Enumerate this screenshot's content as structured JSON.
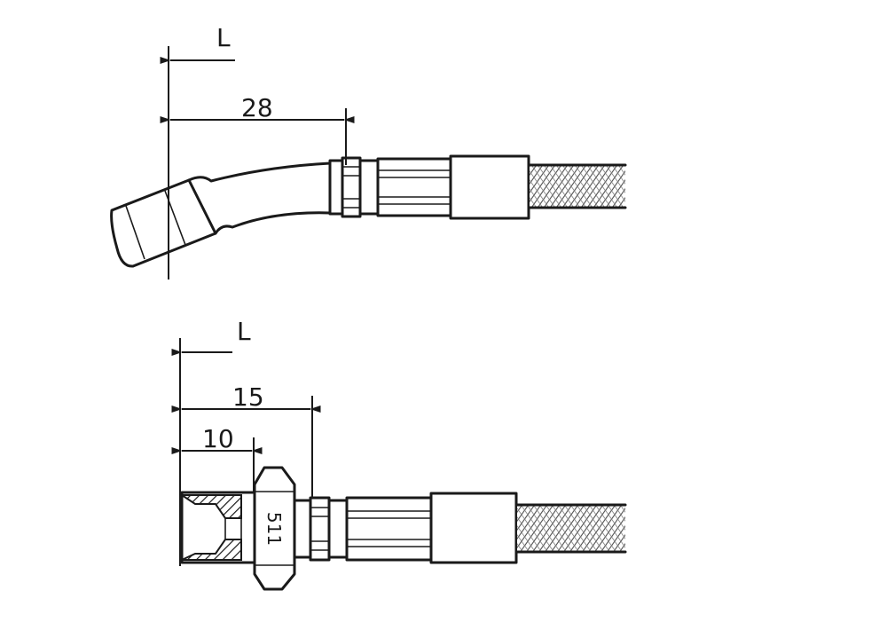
{
  "fittings": [
    {
      "name": "angled-banjo-fitting",
      "dimension_label": "L",
      "dimensions": [
        {
          "value": "28"
        }
      ]
    },
    {
      "name": "female-nut-fitting",
      "dimension_label": "L",
      "dimensions": [
        {
          "value": "15"
        },
        {
          "value": "10"
        }
      ],
      "nut_marking": "511"
    }
  ]
}
